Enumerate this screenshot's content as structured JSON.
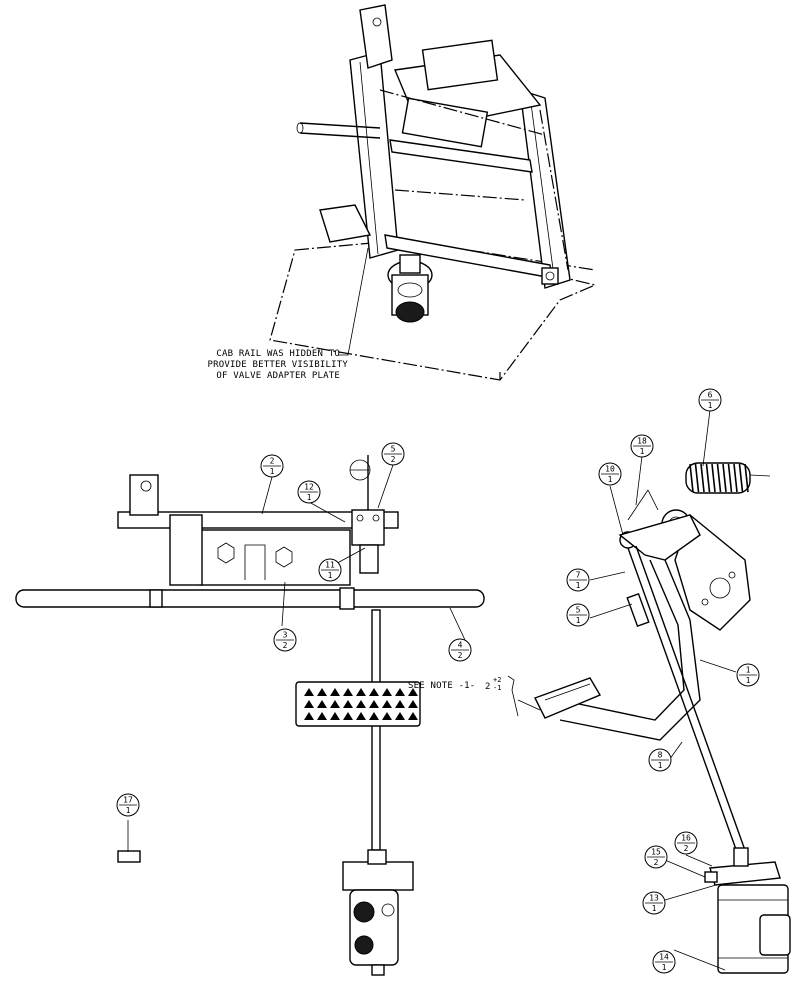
{
  "notes": {
    "car_rail": [
      "CAB RAIL WAS HIDDEN TO",
      "PROVIDE BETTER VISIBILITY",
      "OF VALVE ADAPTER PLATE"
    ],
    "see_note": "SEE NOTE -1-",
    "tolerance_base": "2",
    "tolerance_plus": "+2",
    "tolerance_minus": "-1"
  },
  "balloons": [
    {
      "id": "b-2",
      "top": "2",
      "bottom": "1"
    },
    {
      "id": "b-12",
      "top": "12",
      "bottom": "1"
    },
    {
      "id": "b-5a",
      "top": "5",
      "bottom": "2"
    },
    {
      "id": "b-11",
      "top": "11",
      "bottom": "1"
    },
    {
      "id": "b-3",
      "top": "3",
      "bottom": "2"
    },
    {
      "id": "b-4",
      "top": "4",
      "bottom": "2"
    },
    {
      "id": "b-17",
      "top": "17",
      "bottom": "1"
    },
    {
      "id": "b-18",
      "top": "18",
      "bottom": "1"
    },
    {
      "id": "b-6",
      "top": "6",
      "bottom": "1"
    },
    {
      "id": "b-10",
      "top": "10",
      "bottom": "1"
    },
    {
      "id": "b-7",
      "top": "7",
      "bottom": "1"
    },
    {
      "id": "b-5b",
      "top": "5",
      "bottom": "1"
    },
    {
      "id": "b-1",
      "top": "1",
      "bottom": "1"
    },
    {
      "id": "b-8",
      "top": "8",
      "bottom": "1"
    },
    {
      "id": "b-16",
      "top": "16",
      "bottom": "2"
    },
    {
      "id": "b-15",
      "top": "15",
      "bottom": "2"
    },
    {
      "id": "b-13",
      "top": "13",
      "bottom": "1"
    },
    {
      "id": "b-14",
      "top": "14",
      "bottom": "1"
    }
  ]
}
